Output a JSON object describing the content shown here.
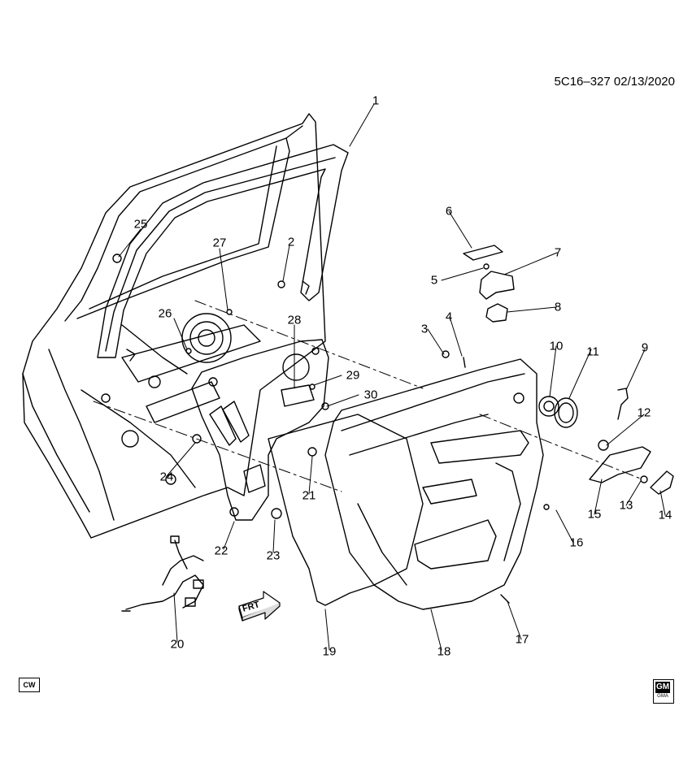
{
  "header": {
    "code": "5C16–327  02/13/2020"
  },
  "badges": {
    "cw": "CW",
    "logo_top": "GM",
    "logo_bottom": "GMA"
  },
  "frt_label": "FRT",
  "callouts": [
    {
      "id": "c1",
      "label": "1"
    },
    {
      "id": "c2",
      "label": "2"
    },
    {
      "id": "c3",
      "label": "3"
    },
    {
      "id": "c4",
      "label": "4"
    },
    {
      "id": "c5",
      "label": "5"
    },
    {
      "id": "c6",
      "label": "6"
    },
    {
      "id": "c7",
      "label": "7"
    },
    {
      "id": "c8",
      "label": "8"
    },
    {
      "id": "c9",
      "label": "9"
    },
    {
      "id": "c10",
      "label": "10"
    },
    {
      "id": "c11",
      "label": "11"
    },
    {
      "id": "c12",
      "label": "12"
    },
    {
      "id": "c13",
      "label": "13"
    },
    {
      "id": "c14",
      "label": "14"
    },
    {
      "id": "c15",
      "label": "15"
    },
    {
      "id": "c16",
      "label": "16"
    },
    {
      "id": "c17",
      "label": "17"
    },
    {
      "id": "c18",
      "label": "18"
    },
    {
      "id": "c19",
      "label": "19"
    },
    {
      "id": "c20",
      "label": "20"
    },
    {
      "id": "c21",
      "label": "21"
    },
    {
      "id": "c22",
      "label": "22"
    },
    {
      "id": "c23",
      "label": "23"
    },
    {
      "id": "c24",
      "label": "24"
    },
    {
      "id": "c25",
      "label": "25"
    },
    {
      "id": "c26",
      "label": "26"
    },
    {
      "id": "c27",
      "label": "27"
    },
    {
      "id": "c28",
      "label": "28"
    },
    {
      "id": "c29",
      "label": "29"
    },
    {
      "id": "c30",
      "label": "30"
    }
  ]
}
